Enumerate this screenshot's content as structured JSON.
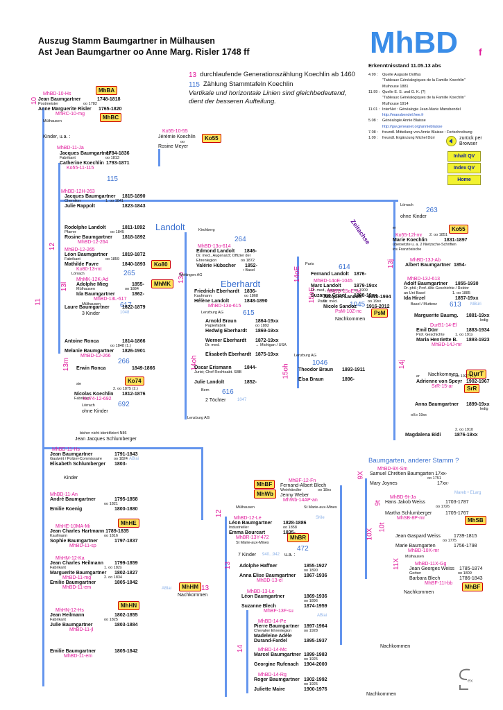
{
  "header": {
    "title1": "Auszug Stamm Baumgartner in Mülhausen",
    "title2": "Ast Jean Baumgartner oo Anne Marg. Risler  1748 ff",
    "logo": "MhBD",
    "logo_sub": "f"
  },
  "legend": {
    "gen_num": "13",
    "gen_text": "durchlaufende Generationszählung Koechlin ab 1460",
    "table_num": "115",
    "table_text": "Zählung Stammtafeln Koechlin",
    "note1": "Vertikale und horizontale Linien sind gleichbedeutend,",
    "note2": "dient der besseren Aufteilung."
  },
  "status": {
    "label": "Erkenntnisstand  11.05.13  abs",
    "sources": [
      {
        "n": "4.99 :",
        "t": "Quelle Auguste Dollfus"
      },
      {
        "n": "",
        "t": "\"Tableaux Généalogiques de la Famille Koechlin\""
      },
      {
        "n": "",
        "t": "Mulhouse 1881"
      },
      {
        "n": "11.99 :",
        "t": "Quelle E. S. und G. K. (?)"
      },
      {
        "n": "",
        "t": "\"Tableaux Généalogiques de la Famille Koechlin\""
      },
      {
        "n": "",
        "t": "Mulhouse 1914"
      },
      {
        "n": "11.01 :",
        "t": "InterNet : Généalogie Jean-Marie Mansbendel"
      },
      {
        "n": "",
        "t": "http://mansbendel.free.fr"
      },
      {
        "n": "5.08 :",
        "t": "Généalogie Annie Blaisse"
      },
      {
        "n": "",
        "t": "http://gw.geneanet.org/annieblaisse"
      },
      {
        "n": "7.08 :",
        "t": "freundl. Mitteilung von Annie Blaisse : Fortschreibung"
      },
      {
        "n": "1.09 :",
        "t": "freundl. Ergänzung Michel Dürr"
      }
    ]
  },
  "nav": {
    "back1": "zurück per",
    "back2": "Browser",
    "inhalt": "Inhalt QV",
    "index": "Index QV",
    "home": "Home"
  },
  "tree": {
    "gen10": "10",
    "gen11": "11",
    "gen12": "12",
    "gen13": "13",
    "gen13m": "13m",
    "gen13l": "13l",
    "gen13o": "13o",
    "gen14oE": "14oE",
    "gen14oh": "14oh",
    "gen15oE": "15oE",
    "gen15oh": "15oh",
    "gen13j": "13j",
    "gen14j": "14j",
    "gen9x": "9X",
    "gen9t": "9t",
    "gen10x": "10X",
    "gen10t": "10t",
    "gen11x": "11X",
    "gen14": "14",
    "landolt": "Landolt",
    "eberhardt": "Eberhardt",
    "zeitachse": "Zeitachse",
    "baumgarten_q": "Baumgarten, anderer Stamm ?"
  },
  "colors": {
    "accent": "#6495ed",
    "magenta": "#e0189a",
    "tag_bg": "#ffe25a",
    "tag_border": "#cc0000",
    "logo": "#3a8de8"
  },
  "icons": {
    "back": "back-arrow-icon",
    "signature": "signature-logo"
  }
}
